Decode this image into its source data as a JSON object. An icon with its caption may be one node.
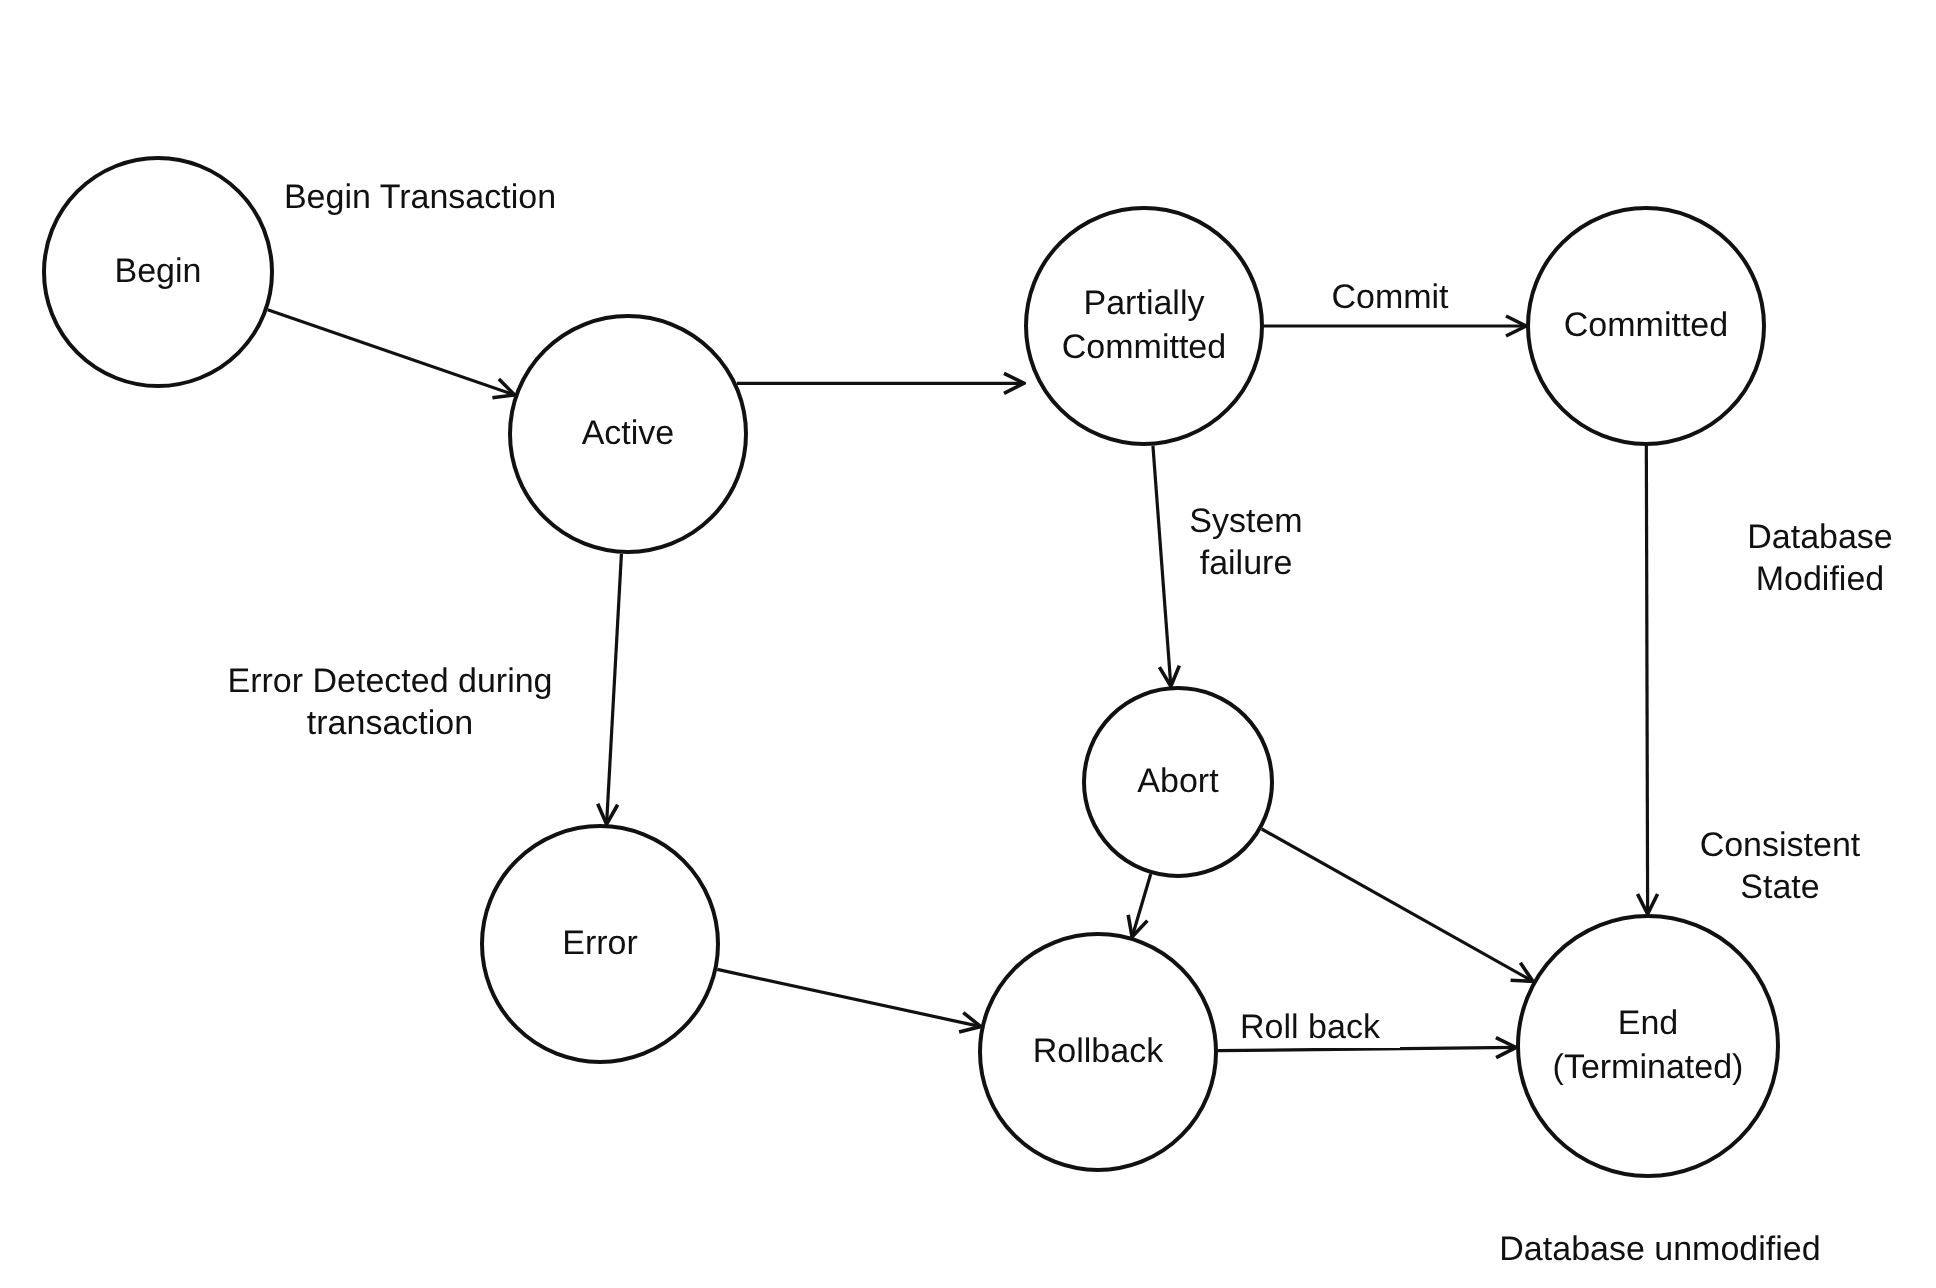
{
  "diagram": {
    "nodes": [
      {
        "text": [
          "Begin"
        ]
      },
      {
        "text": [
          "Active"
        ]
      },
      {
        "text": [
          "Partially Committed"
        ]
      },
      {
        "text": [
          "Committed"
        ]
      },
      {
        "text": [
          "Abort"
        ]
      },
      {
        "text": [
          "Error"
        ]
      },
      {
        "text": [
          "Rollback"
        ]
      },
      {
        "text": [
          "End (Terminated)"
        ]
      }
    ],
    "edges": [
      {
        "from": 0,
        "to": 1,
        "arrow": "to",
        "label": "Begin Transaction"
      },
      {
        "from": 1,
        "to": 2,
        "arrow": "to"
      },
      {
        "from": 2,
        "to": 3,
        "arrow": "to",
        "label": "Commit"
      },
      {
        "from": 2,
        "to": 4,
        "arrow": "to",
        "label": "System failure"
      },
      {
        "from": 1,
        "to": 5,
        "arrow": "to",
        "label": "Error Detected during transaction"
      },
      {
        "from": 3,
        "to": 7,
        "arrow": "to",
        "label": "Database Modified"
      },
      {
        "from": 4,
        "to": 6,
        "arrow": "to"
      },
      {
        "from": 4,
        "to": 7,
        "arrow": "to"
      },
      {
        "from": 5,
        "to": 6,
        "arrow": "to"
      },
      {
        "from": 6,
        "to": 7,
        "arrow": "to",
        "label": "Roll back"
      }
    ],
    "labels": [
      "Consistent State",
      "Database unmodified"
    ]
  }
}
